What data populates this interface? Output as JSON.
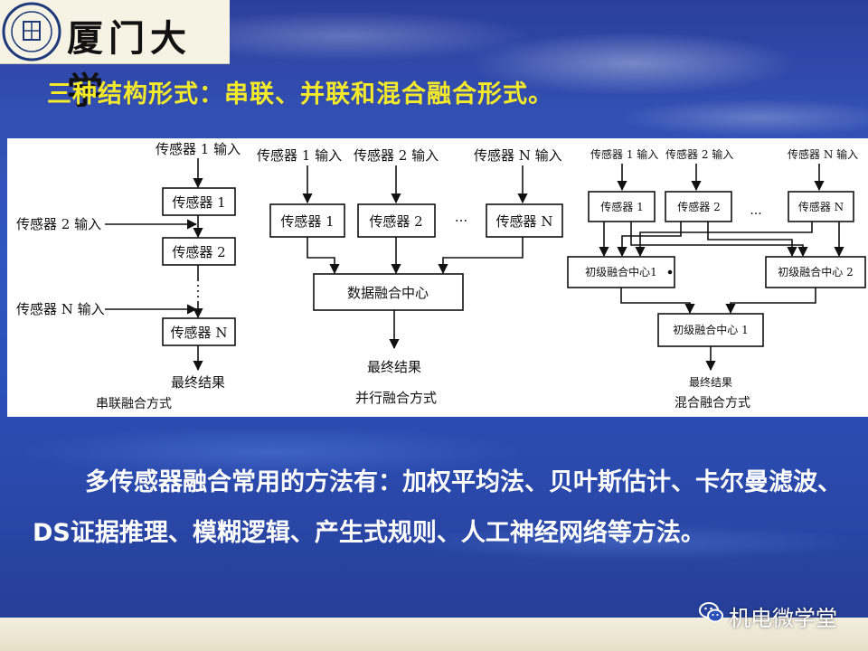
{
  "logo": {
    "text": "厦门大学"
  },
  "heading": "三种结构形式：串联、并联和混合融合形式。",
  "diagrams": {
    "serial": {
      "caption": "串联融合方式",
      "input1": "传感器 1 输入",
      "sensor1": "传感器 1",
      "input2": "传感器 2 输入",
      "sensor2": "传感器 2",
      "inputN": "传感器 N 输入",
      "sensorN": "传感器 N",
      "result": "最终结果"
    },
    "parallel": {
      "caption": "并行融合方式",
      "input1": "传感器 1 输入",
      "input2": "传感器 2 输入",
      "inputN": "传感器 N 输入",
      "sensor1": "传感器 1",
      "sensor2": "传感器 2",
      "sensorN": "传感器 N",
      "ellipsis": "···",
      "center": "数据融合中心",
      "result": "最终结果"
    },
    "hybrid": {
      "caption": "混合融合方式",
      "input1": "传感器 1 输入",
      "input2": "传感器 2 输入",
      "inputN": "传感器 N 输入",
      "sensor1": "传感器 1",
      "sensor2": "传感器 2",
      "sensorN": "传感器 N",
      "ellipsis": "···",
      "center1": "初级融合中心1",
      "center2": "初级融合中心 2",
      "centerFinal": "初级融合中心 1",
      "result": "最终结果"
    }
  },
  "paragraph": "多传感器融合常用的方法有：加权平均法、贝叶斯估计、卡尔曼滤波、DS证据推理、模糊逻辑、产生式规则、人工神经网络等方法。",
  "watermark": "机电微学堂",
  "colors": {
    "heading": "#f5ea2a",
    "background": "#2f55c0",
    "text": "#ffffff"
  }
}
